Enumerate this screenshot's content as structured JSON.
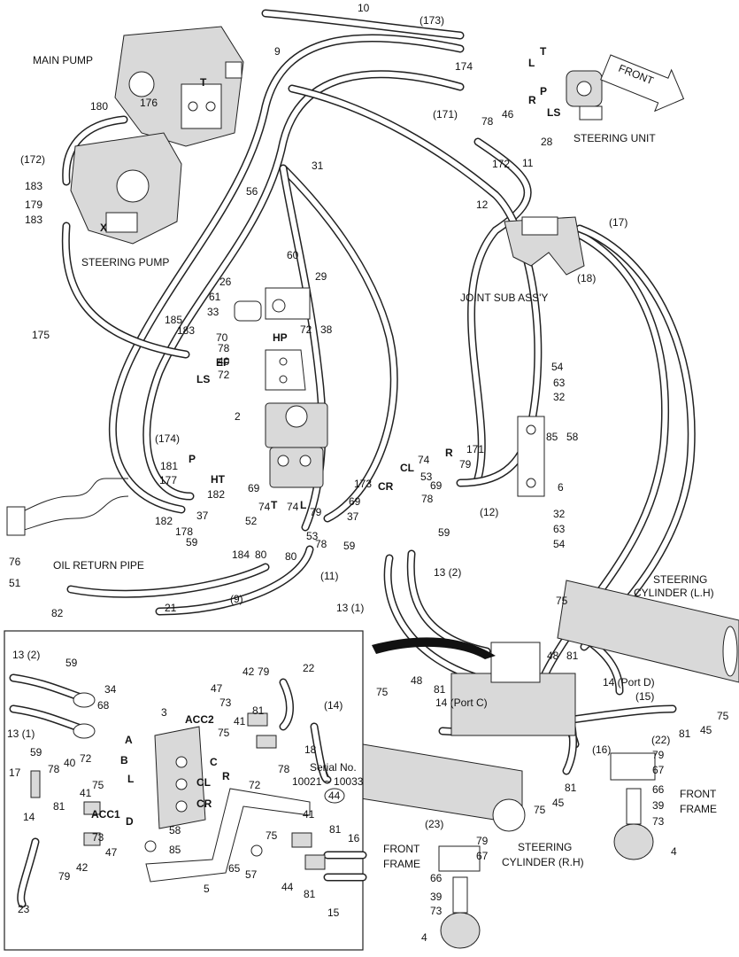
{
  "assemblies": {
    "main_pump": "MAIN PUMP",
    "steering_pump": "STEERING PUMP",
    "steering_unit": "STEERING UNIT",
    "joint_sub_assy": "JOINT SUB ASS'Y",
    "oil_return_pipe": "OIL RETURN PIPE",
    "steering_cylinder_lh": "STEERING CYLINDER (L.H)",
    "steering_cylinder_rh": "STEERING CYLINDER (R.H)",
    "front_frame_1": "FRONT FRAME",
    "front_frame_2": "FRONT FRAME",
    "front_arrow": "FRONT"
  },
  "port_letters": [
    "T",
    "T",
    "L",
    "P",
    "R",
    "LS",
    "X",
    "P",
    "HT",
    "T",
    "L",
    "R",
    "CL",
    "CR",
    "HP",
    "EF",
    "LS",
    "A",
    "B",
    "L",
    "CL",
    "R",
    "CR",
    "C",
    "D",
    "ACC1",
    "ACC2"
  ],
  "callouts": {
    "c10": "10",
    "c173a": "(173)",
    "c9": "9",
    "c174": "174",
    "c171a": "(171)",
    "c180": "180",
    "c176": "176",
    "c172a": "(172)",
    "c183a": "183",
    "c179": "179",
    "c183b": "183",
    "c78a": "78",
    "c46": "46",
    "c28": "28",
    "c172b": "172",
    "c11": "11",
    "c31": "31",
    "c56": "56",
    "c12": "12",
    "c17": "(17)",
    "c18": "(18)",
    "c60": "60",
    "c26": "26",
    "c29": "29",
    "c61": "61",
    "c33": "33",
    "c72a": "72",
    "c38": "38",
    "c185": "185",
    "c183c": "183",
    "c78b": "78",
    "c70": "70",
    "c40a": "40",
    "c72b": "72",
    "c175": "175",
    "c54a": "54",
    "c63a": "63",
    "c32a": "32",
    "c85a": "85",
    "c58a": "58",
    "c2": "2",
    "c174b": "(174)",
    "c181": "181",
    "c177": "177",
    "c182a": "182",
    "c69a": "69",
    "c182b": "182",
    "c37a": "37",
    "c178": "178",
    "c59a": "59",
    "c74a": "74",
    "c74b": "74",
    "c52": "52",
    "c79a": "79",
    "c53a": "53",
    "c184": "184",
    "c80a": "80",
    "c80b": "80",
    "c78c": "78",
    "c173b": "173",
    "c69b": "69",
    "c171b": "171",
    "c74c": "74",
    "c79b": "79",
    "c53b": "53",
    "c78d": "78",
    "c12b": "(12)",
    "c69c": "69",
    "c37b": "37",
    "c59b": "59",
    "c59c": "59",
    "c6": "6",
    "c32b": "32",
    "c63b": "63",
    "c54b": "54",
    "c76": "76",
    "c51": "51",
    "c82": "82",
    "c21": "21",
    "c9b": "(9)",
    "c11b": "(11)",
    "c13_2a": "13 (2)",
    "c13_1a": "13 (1)",
    "c75a": "75",
    "c48a": "48",
    "c81a": "81",
    "c14d": "14 (Port D)",
    "c15a": "(15)",
    "c81b": "81",
    "c45a": "45",
    "c75b": "75",
    "c22a": "(22)",
    "c79c": "79",
    "c67a": "67",
    "c66a": "66",
    "c39a": "39",
    "c73a": "73",
    "c4a": "4",
    "c75c": "75",
    "c48b": "48",
    "c81c": "81",
    "c14c": "14 (Port C)",
    "c16a": "(16)",
    "c81d": "81",
    "c75d": "75",
    "c45b": "45",
    "c23a": "(23)",
    "c79d": "79",
    "c67b": "67",
    "c66b": "66",
    "c39b": "39",
    "c73b": "73",
    "c4b": "4"
  },
  "inset": {
    "serial_label": "Serial No.",
    "serial_range": "10021 ~ 10033",
    "serial_ref": "44",
    "callouts": {
      "i13_2": "13 (2)",
      "i59a": "59",
      "i34": "34",
      "i13_1": "13 (1)",
      "i68": "68",
      "i59b": "59",
      "i3": "3",
      "i73a": "73",
      "i42a": "42",
      "i79a": "79",
      "i22": "22",
      "i47a": "47",
      "i75a": "75",
      "i81a": "81",
      "i14": "(14)",
      "i41a": "41",
      "i18": "18",
      "i17": "17",
      "i78": "78",
      "i40": "40",
      "i72a": "72",
      "i75b": "75",
      "i72b": "72",
      "i78b": "78",
      "i14b": "14",
      "i81b": "81",
      "i41b": "41",
      "i73b": "73",
      "i47b": "47",
      "i58": "58",
      "i85": "85",
      "i65": "65",
      "i57": "57",
      "i5": "5",
      "i41c": "41",
      "i81c": "81",
      "i16": "16",
      "i75c": "75",
      "i44": "44",
      "i81d": "81",
      "i15": "15",
      "i79b": "79",
      "i42b": "42",
      "i23": "23"
    }
  }
}
